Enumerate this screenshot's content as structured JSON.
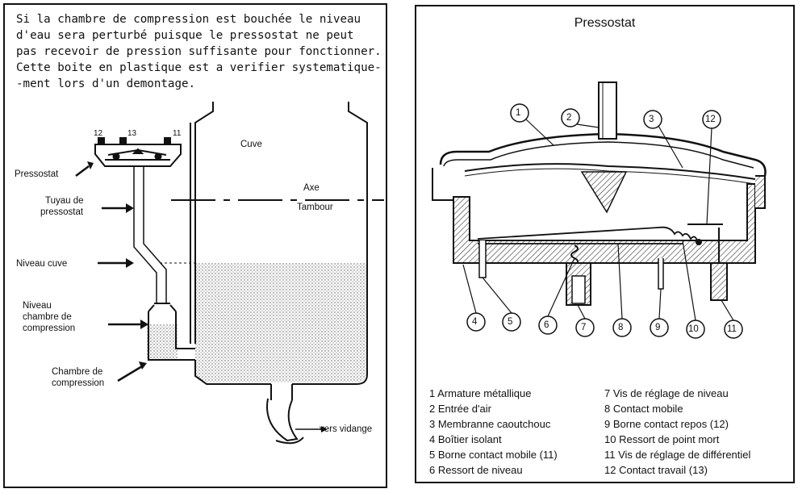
{
  "left": {
    "intro_lines": [
      "Si la chambre de compression est bouchée le niveau",
      "d'eau sera perturbé puisque le pressostat ne peut",
      "pas recevoir de pression suffisante pour fonctionner.",
      "Cette boite en plastique est a verifier systematique-",
      "-ment lors d'un demontage."
    ],
    "labels": {
      "pressostat": "Pressostat",
      "tuyau_line1": "Tuyau de",
      "tuyau_line2": "pressostat",
      "niveau_cuve": "Niveau cuve",
      "niveau_chambre_line1": "Niveau",
      "niveau_chambre_line2": "chambre de",
      "niveau_chambre_line3": "compression",
      "chambre_line1": "Chambre de",
      "chambre_line2": "compression",
      "cuve": "Cuve",
      "axe": "Axe",
      "tambour": "Tambour",
      "vers_vidange": "vers vidange",
      "n12": "12",
      "n13": "13",
      "n11": "11"
    }
  },
  "right": {
    "title": "Pressostat",
    "callouts": [
      "1",
      "2",
      "3",
      "12",
      "4",
      "5",
      "6",
      "7",
      "8",
      "9",
      "10",
      "11"
    ],
    "legend_left": [
      "1  Armature métallique",
      "2  Entrée d'air",
      "3  Membranne caoutchouc",
      "4  Boîtier isolant",
      "5  Borne contact mobile (11)",
      "6  Ressort de niveau"
    ],
    "legend_right": [
      "7  Vis de réglage de niveau",
      "8  Contact mobile",
      "9  Borne contact repos (12)",
      "10  Ressort de point mort",
      "11  Vis de réglage de différentiel",
      "12  Contact travail (13)"
    ]
  }
}
